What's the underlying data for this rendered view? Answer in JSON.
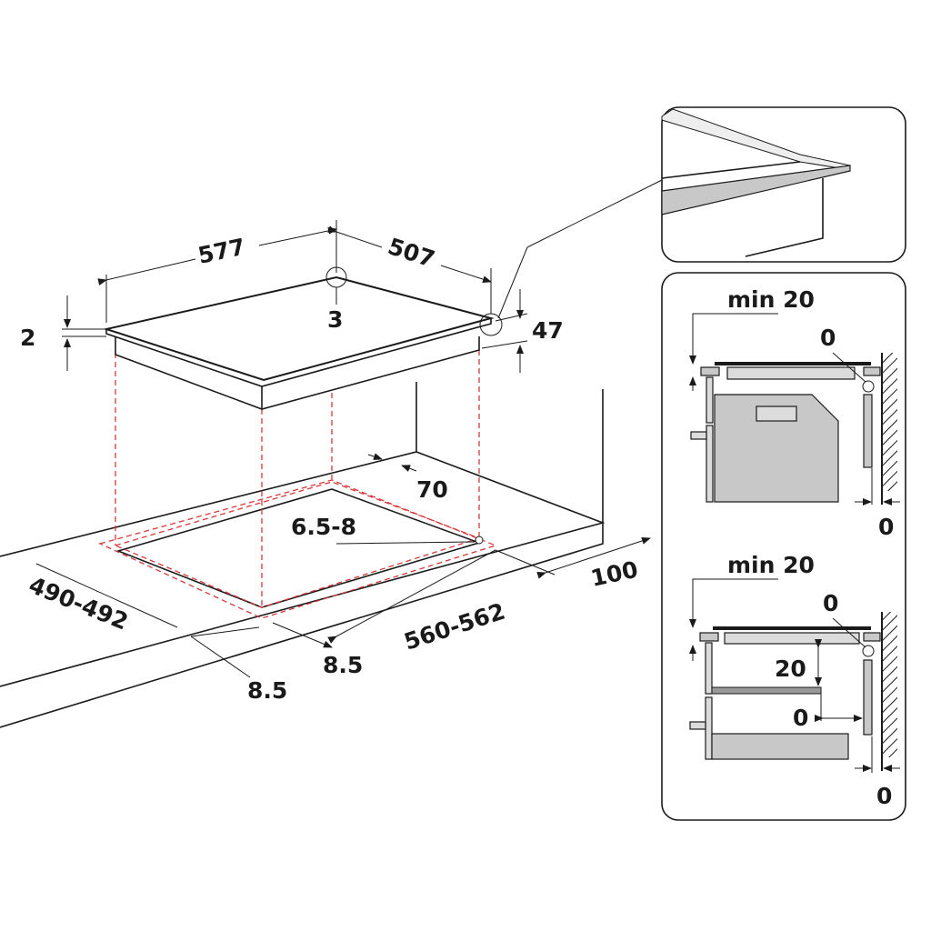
{
  "main_view": {
    "width": "577",
    "depth": "507",
    "corner_radius": "3",
    "glass_thickness": "2",
    "height": "47",
    "back_clearance": "70",
    "hole_diameter": "6.5-8",
    "cutout_depth": "490-492",
    "cutout_width": "560-562",
    "front_clearance": "100",
    "margin_left": "8.5",
    "margin_front": "8.5"
  },
  "detail_top": {
    "min_label": "min 20",
    "gap_label": "0",
    "wall_label": "0"
  },
  "detail_bottom": {
    "min_label": "min 20",
    "gap_label": "0",
    "shelf_gap": "20",
    "shelf_side_gap": "0",
    "wall_label": "0"
  },
  "colors": {
    "line": "#1a1a1a",
    "dashed": "#d9383a",
    "fill": "#c8c8c8"
  }
}
